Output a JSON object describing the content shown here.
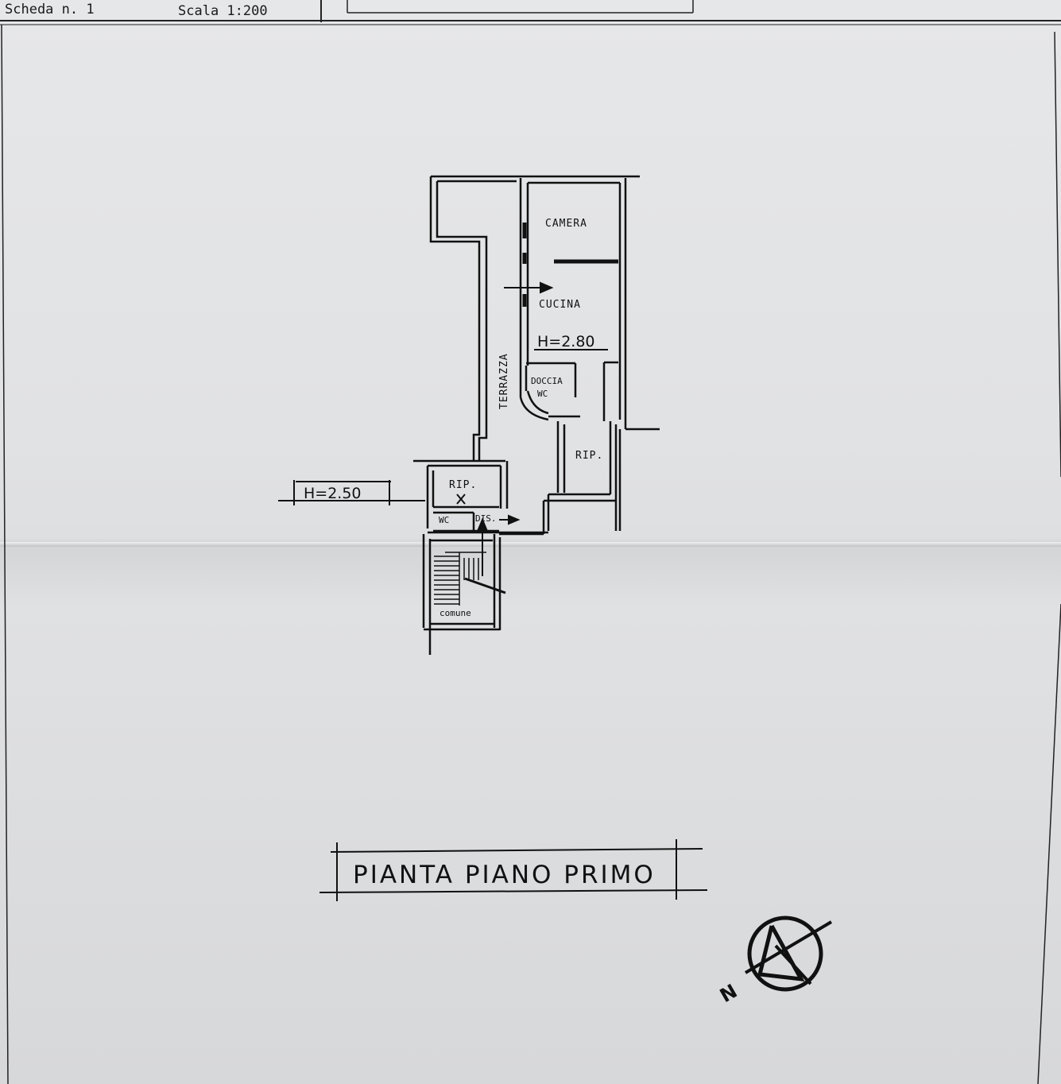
{
  "header": {
    "scheda": "Scheda n. 1",
    "scala": "Scala 1:200"
  },
  "plan": {
    "rooms": {
      "camera": "CAMERA",
      "cucina": "CUCINA",
      "terrazza": "TERRAZZA",
      "doccia": "DOCCIA",
      "wc_bath": "WC",
      "rip_right": "RIP.",
      "rip_left": "RIP.",
      "wc_left": "WC",
      "dis": "DIS.",
      "comune": "comune"
    },
    "heights": {
      "upper": "H=2.80",
      "left": "H=2.50"
    }
  },
  "title": "PIANTA PIANO PRIMO",
  "north_label": "N",
  "colors": {
    "paper": "#e2e3e5",
    "ink": "#111111"
  }
}
